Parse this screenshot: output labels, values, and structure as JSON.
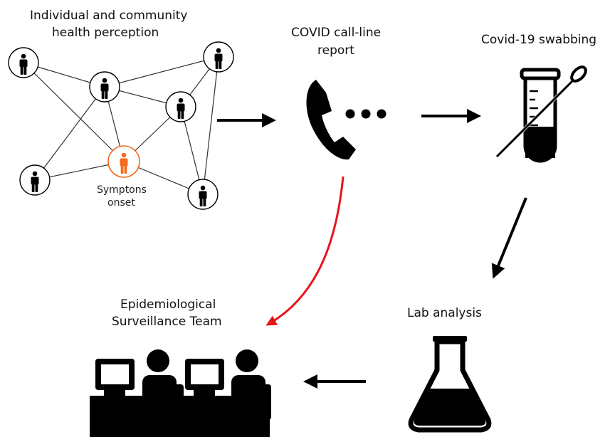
{
  "labels": {
    "perception_line1": "Individual and community",
    "perception_line2": "health perception",
    "symptoms_line1": "Symptons",
    "symptoms_line2": "onset",
    "callline_line1": "COVID call-line",
    "callline_line2": "report",
    "swabbing": "Covid-19 swabbing",
    "lab": "Lab analysis",
    "team_line1": "Epidemiological",
    "team_line2": "Surveillance Team"
  },
  "colors": {
    "ink": "#000000",
    "symptom_person": "#f26b21",
    "direct_report_arrow": "#e8141b",
    "network_line": "#333333"
  },
  "icons": [
    "person-icon",
    "phone-icon",
    "test-tube-swab-icon",
    "lab-flask-icon",
    "computer-operator-icon"
  ]
}
